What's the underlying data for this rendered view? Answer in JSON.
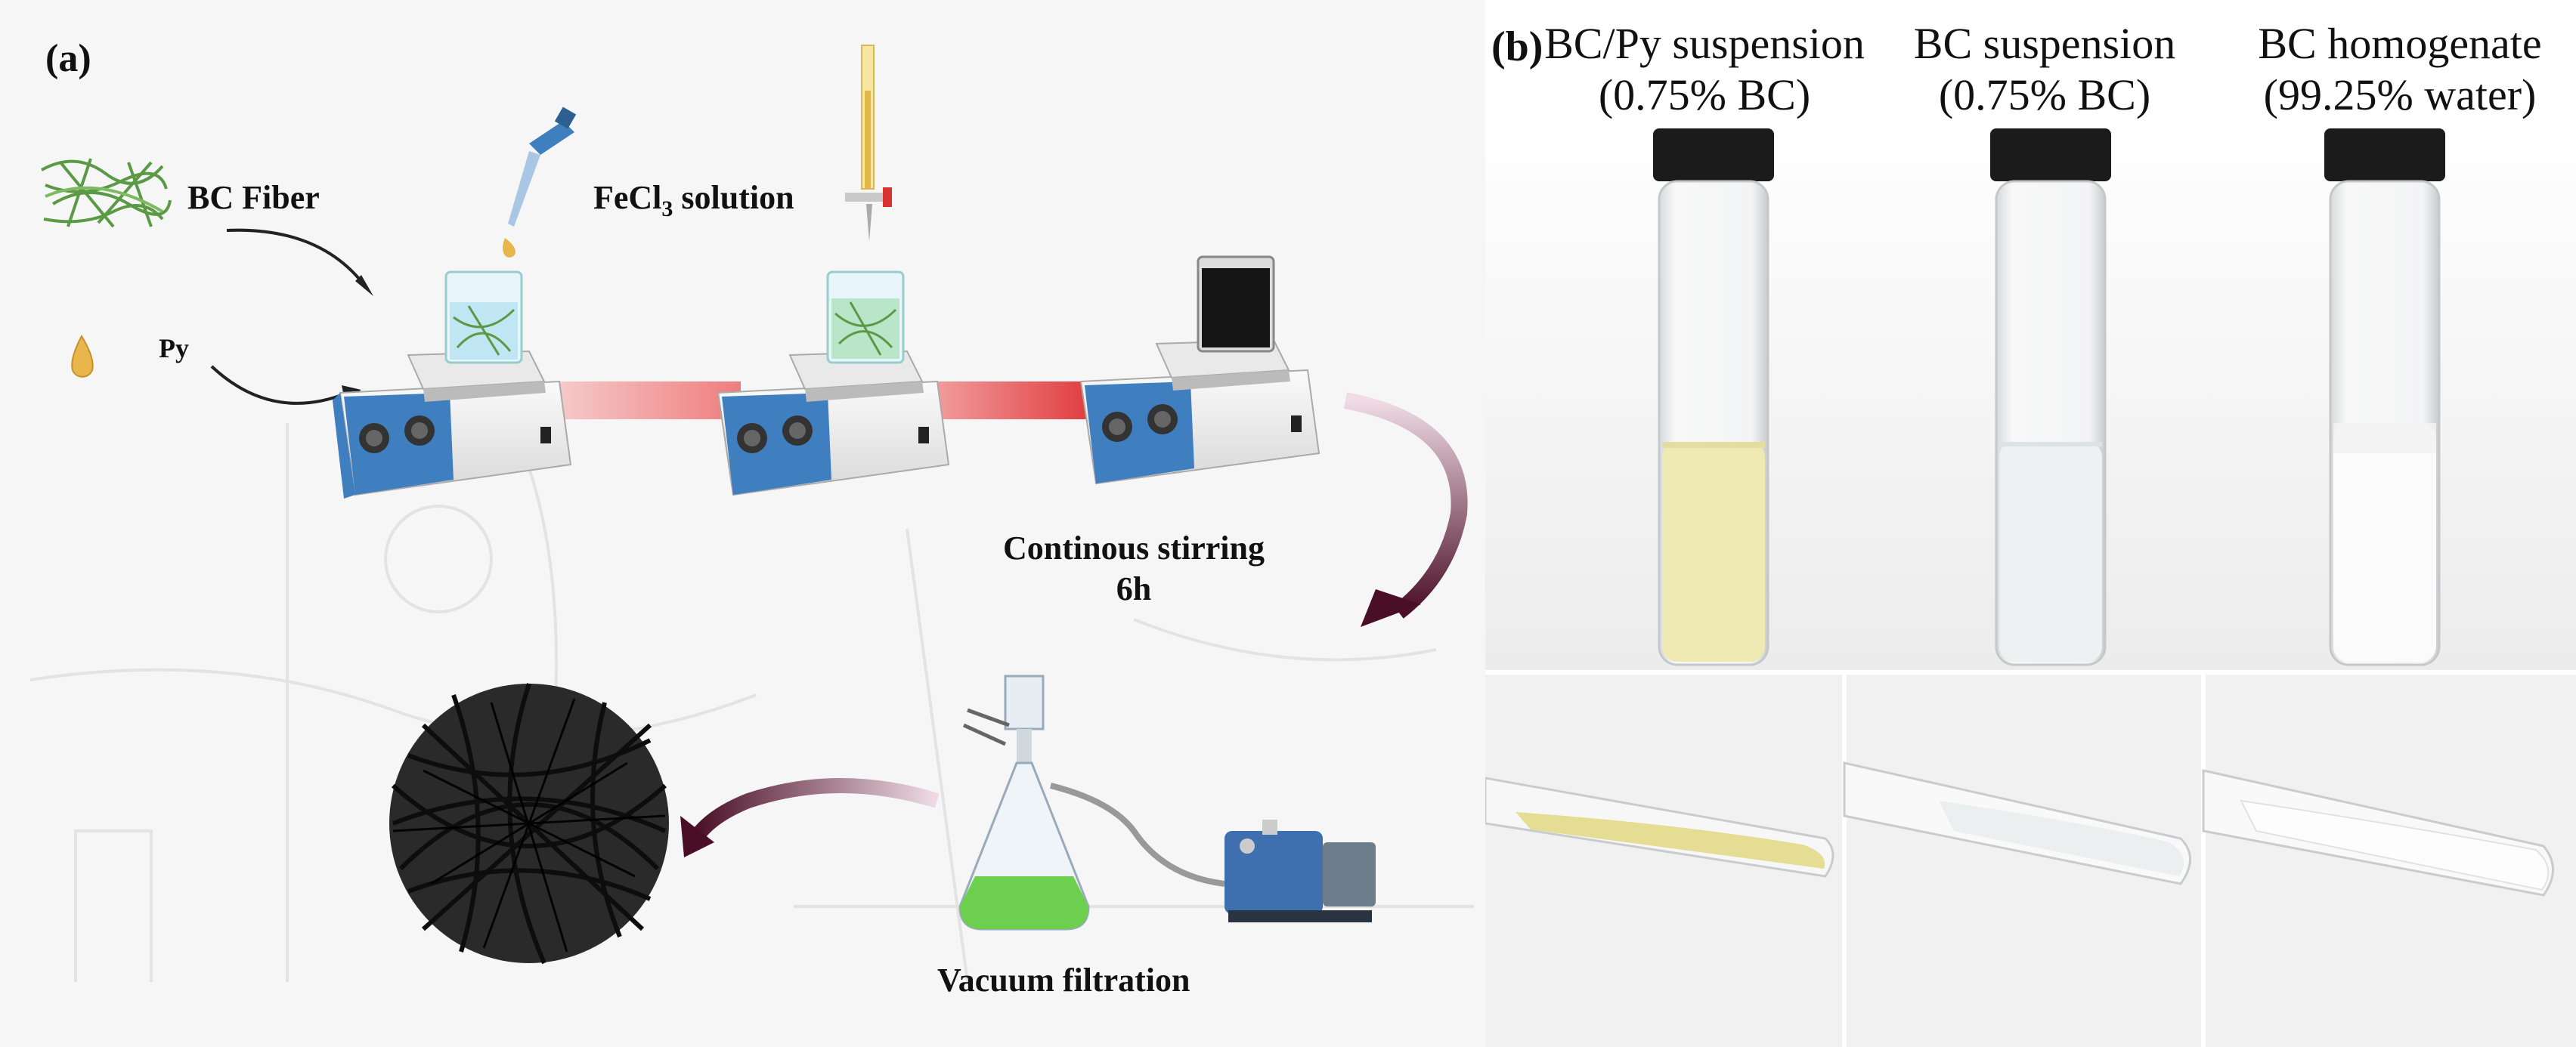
{
  "panel_a": {
    "panel_label": "(a)",
    "bc_fiber_label": "BC Fiber",
    "py_label": "Py",
    "fecl3_label_main": "FeCl",
    "fecl3_label_sub": "3",
    "fecl3_label_rest": " solution",
    "stirring_line1": "Continous stirring",
    "stirring_line2": "6h",
    "filtration_label": "Vacuum filtration"
  },
  "panel_b": {
    "panel_label": "(b)",
    "vials": [
      {
        "line1": "BC/Py suspension",
        "line2": "(0.75% BC)",
        "liquid_color": "#efe9b4"
      },
      {
        "line1": "BC suspension",
        "line2": "(0.75% BC)",
        "liquid_color": "#eef1f2"
      },
      {
        "line1": "BC homogenate",
        "line2": "(99.25% water)",
        "liquid_color": "#fbfbfb"
      }
    ]
  },
  "colors": {
    "hotplate_blue": "#3f7fc0",
    "connector_red": "#e0393c",
    "arrow_maroon": "#5a1830",
    "fiber_green": "#5a9a45",
    "flask_liquid_green": "#6ccf4e"
  }
}
